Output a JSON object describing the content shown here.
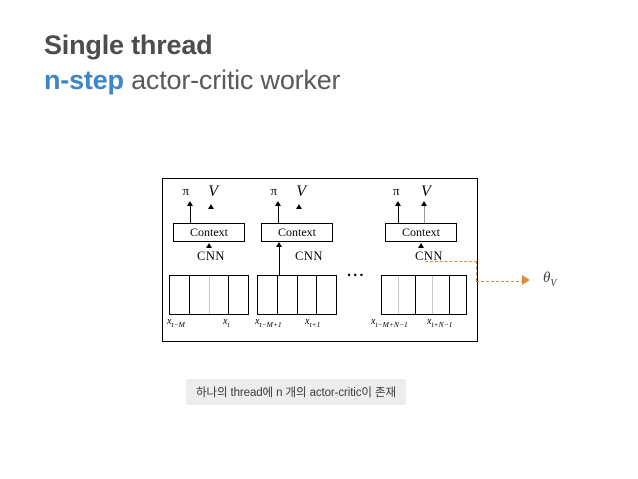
{
  "title": {
    "line1": "Single thread",
    "accent": "n-step",
    "line2_rest": " actor-critic worker",
    "accent_color": "#3d87c6",
    "text_color": "#4d4d4d"
  },
  "diagram": {
    "name": "n-step actor-critic worker architecture",
    "ellipsis": "...",
    "groups": [
      {
        "id": "actor-critic-1",
        "policy_symbol": "π",
        "value_symbol": "V",
        "context_label": "Context",
        "cnn_label": "CNN",
        "frame_count": 4,
        "x_label_left": "x",
        "x_sub_left": "t−M",
        "x_label_right": "x",
        "x_sub_right": "t"
      },
      {
        "id": "actor-critic-2",
        "policy_symbol": "π",
        "value_symbol": "V",
        "context_label": "Context",
        "cnn_label": "CNN",
        "frame_count": 4,
        "x_label_left": "x",
        "x_sub_left": "t−M+1",
        "x_label_right": "x",
        "x_sub_right": "t+1"
      },
      {
        "id": "actor-critic-n",
        "policy_symbol": "π",
        "value_symbol": "V",
        "context_label": "Context",
        "cnn_label": "CNN",
        "frame_count": 4,
        "x_label_left": "x",
        "x_sub_left": "t−M+N−1",
        "x_label_right": "x",
        "x_sub_right": "t+N−1"
      }
    ]
  },
  "theta": {
    "symbol": "θ",
    "subscript": "V",
    "connector_color": "#E08A3C"
  },
  "caption": {
    "text": "하나의 thread에 n 개의 actor-critic이 존재",
    "background": "#ededed"
  }
}
